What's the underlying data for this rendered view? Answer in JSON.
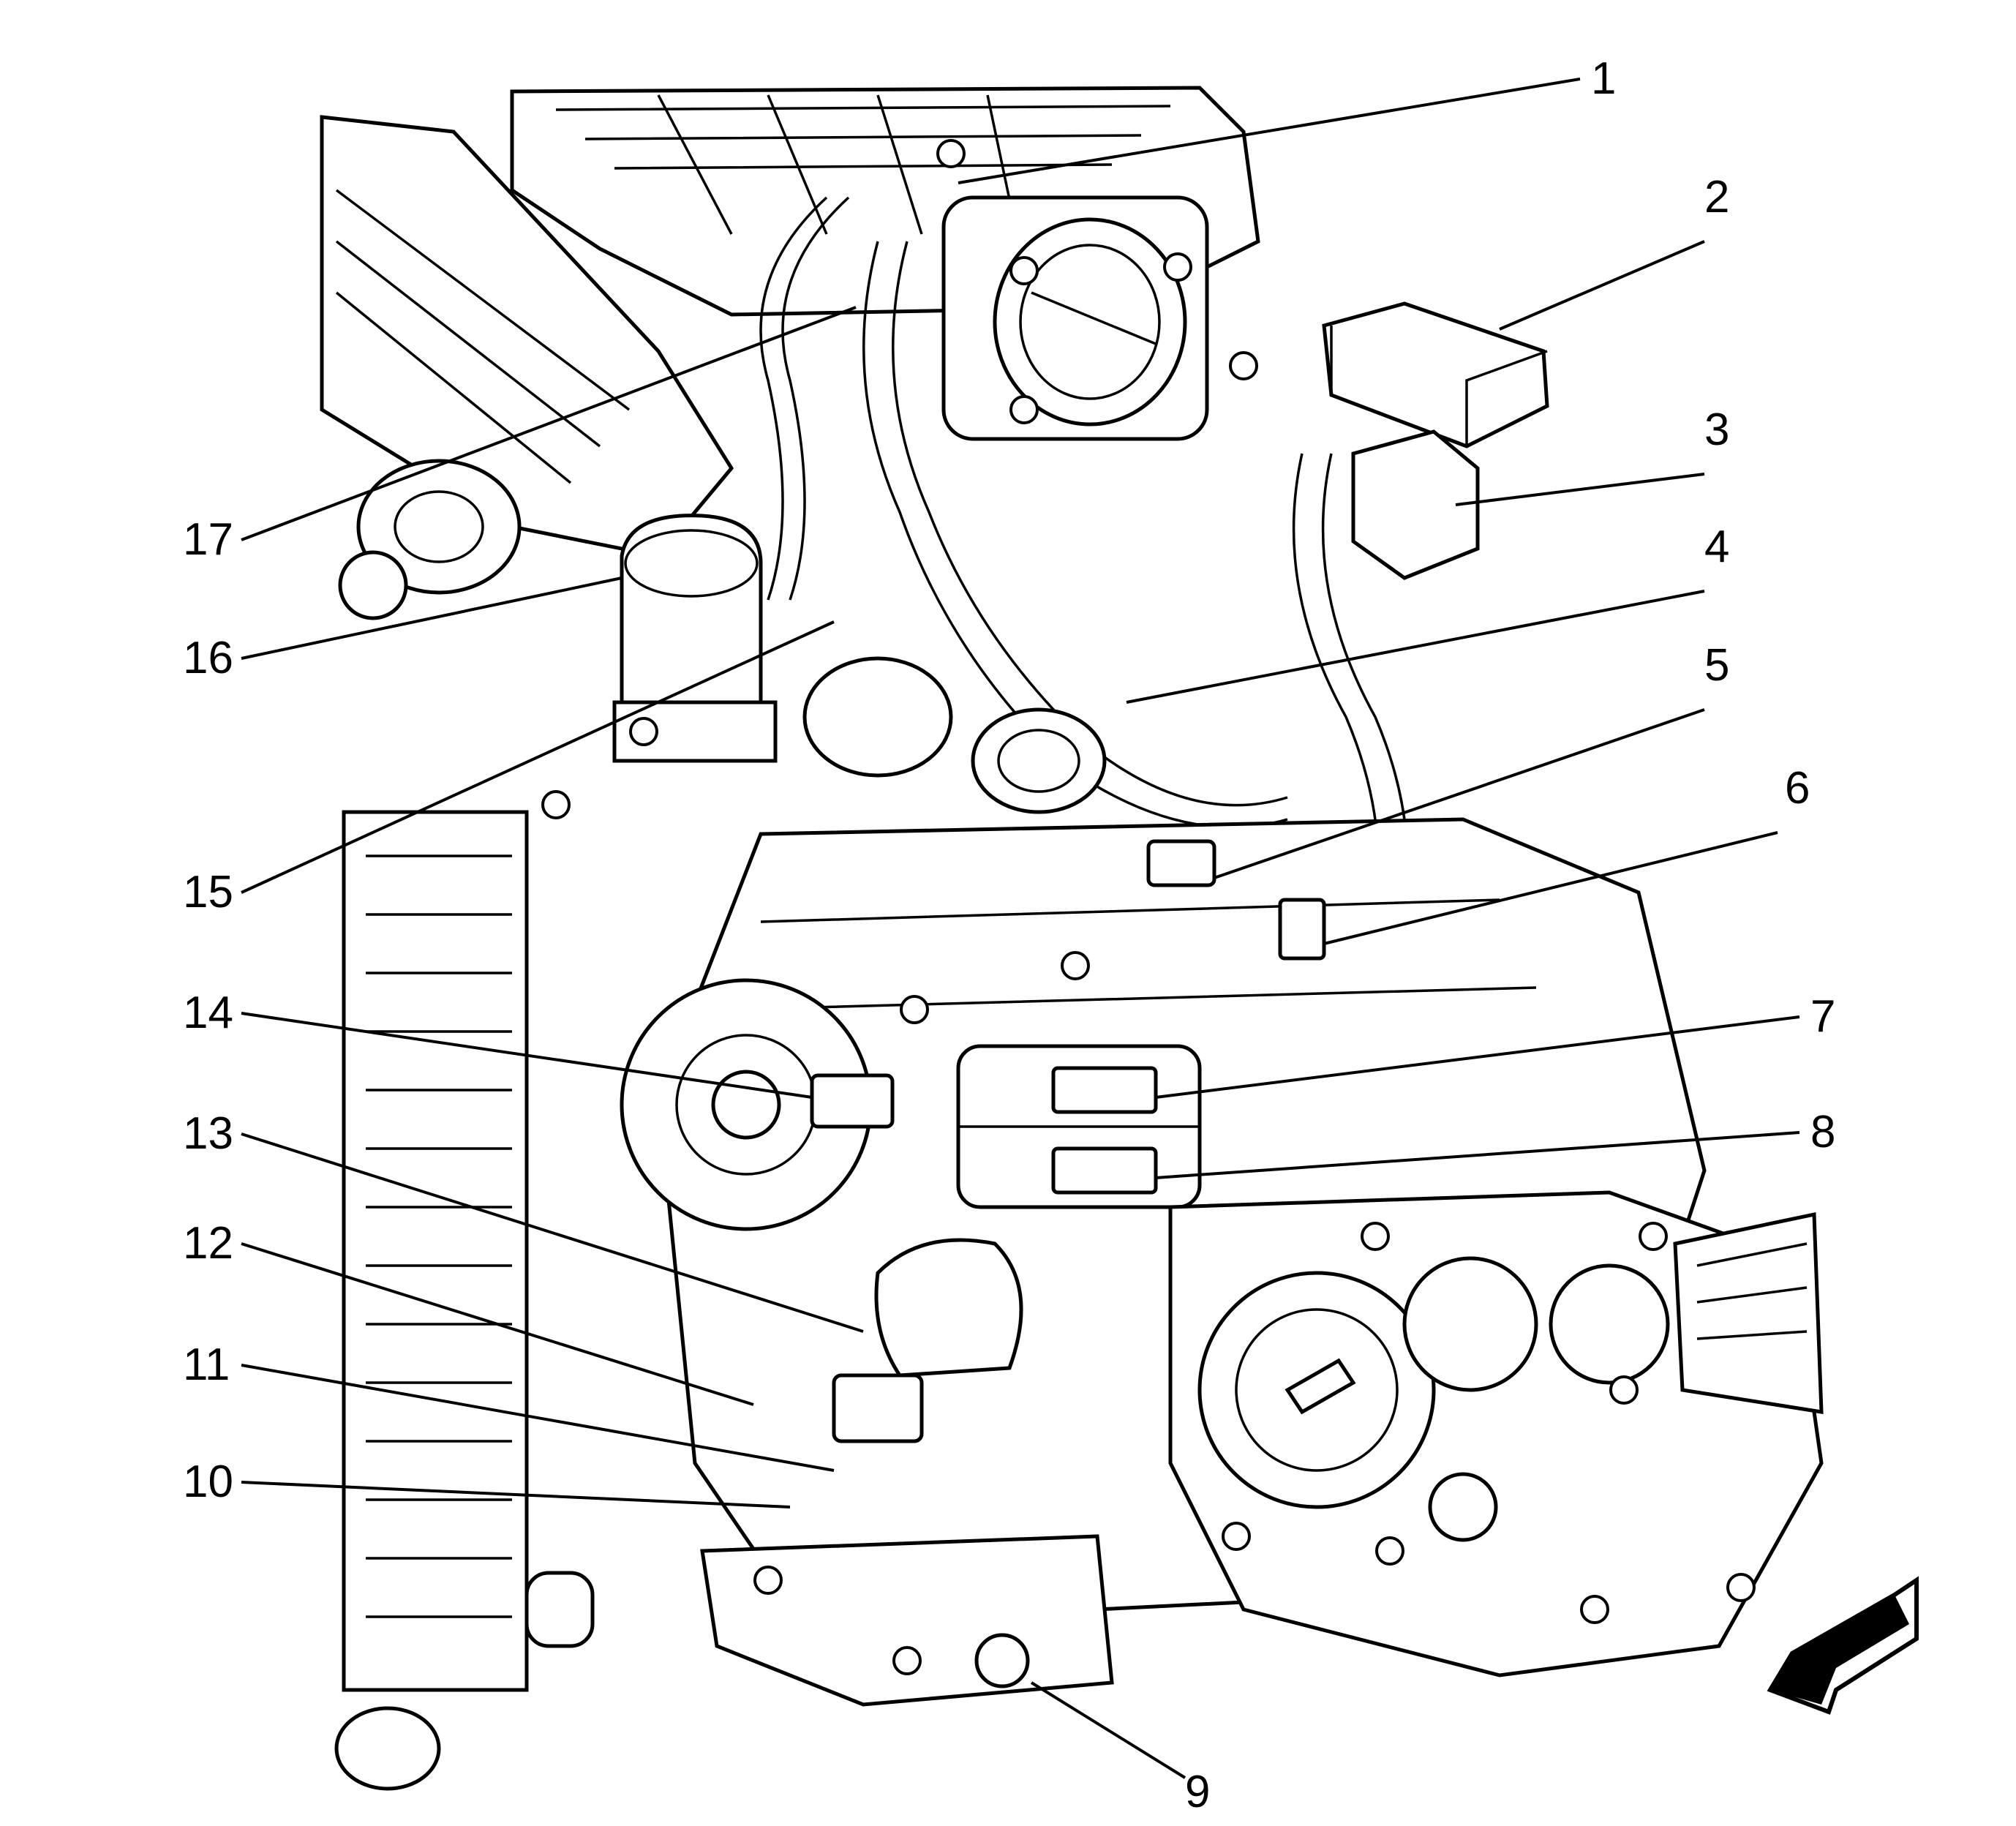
{
  "callouts": [
    {
      "id": 1,
      "label": "1"
    },
    {
      "id": 2,
      "label": "2"
    },
    {
      "id": 3,
      "label": "3"
    },
    {
      "id": 4,
      "label": "4"
    },
    {
      "id": 5,
      "label": "5"
    },
    {
      "id": 6,
      "label": "6"
    },
    {
      "id": 7,
      "label": "7"
    },
    {
      "id": 8,
      "label": "8"
    },
    {
      "id": 9,
      "label": "9"
    },
    {
      "id": 10,
      "label": "10"
    },
    {
      "id": 11,
      "label": "11"
    },
    {
      "id": 12,
      "label": "12"
    },
    {
      "id": 13,
      "label": "13"
    },
    {
      "id": 14,
      "label": "14"
    },
    {
      "id": 15,
      "label": "15"
    },
    {
      "id": 16,
      "label": "16"
    },
    {
      "id": 17,
      "label": "17"
    }
  ],
  "view_arrow_icon": "front-direction-arrow-icon"
}
